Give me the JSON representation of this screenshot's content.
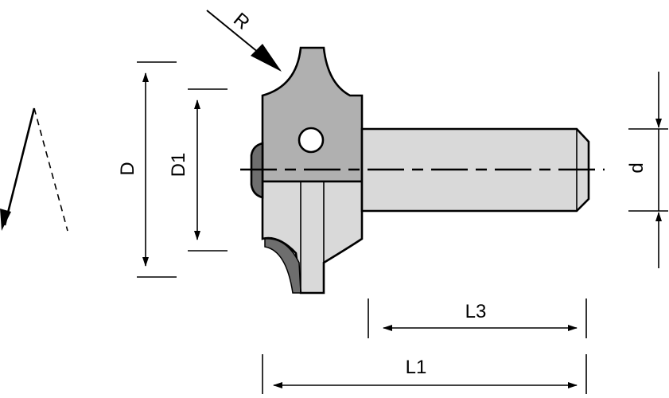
{
  "labels": {
    "radius": "R",
    "outer_diameter": "D",
    "cutting_diameter": "D1",
    "shank_diameter": "d",
    "cutting_length": "L3",
    "total_length": "L1"
  },
  "colors": {
    "cutter_body": "#b0b0b0",
    "shank": "#d9d9d9",
    "bearing": "#6e6e6e",
    "outline": "#000000"
  }
}
